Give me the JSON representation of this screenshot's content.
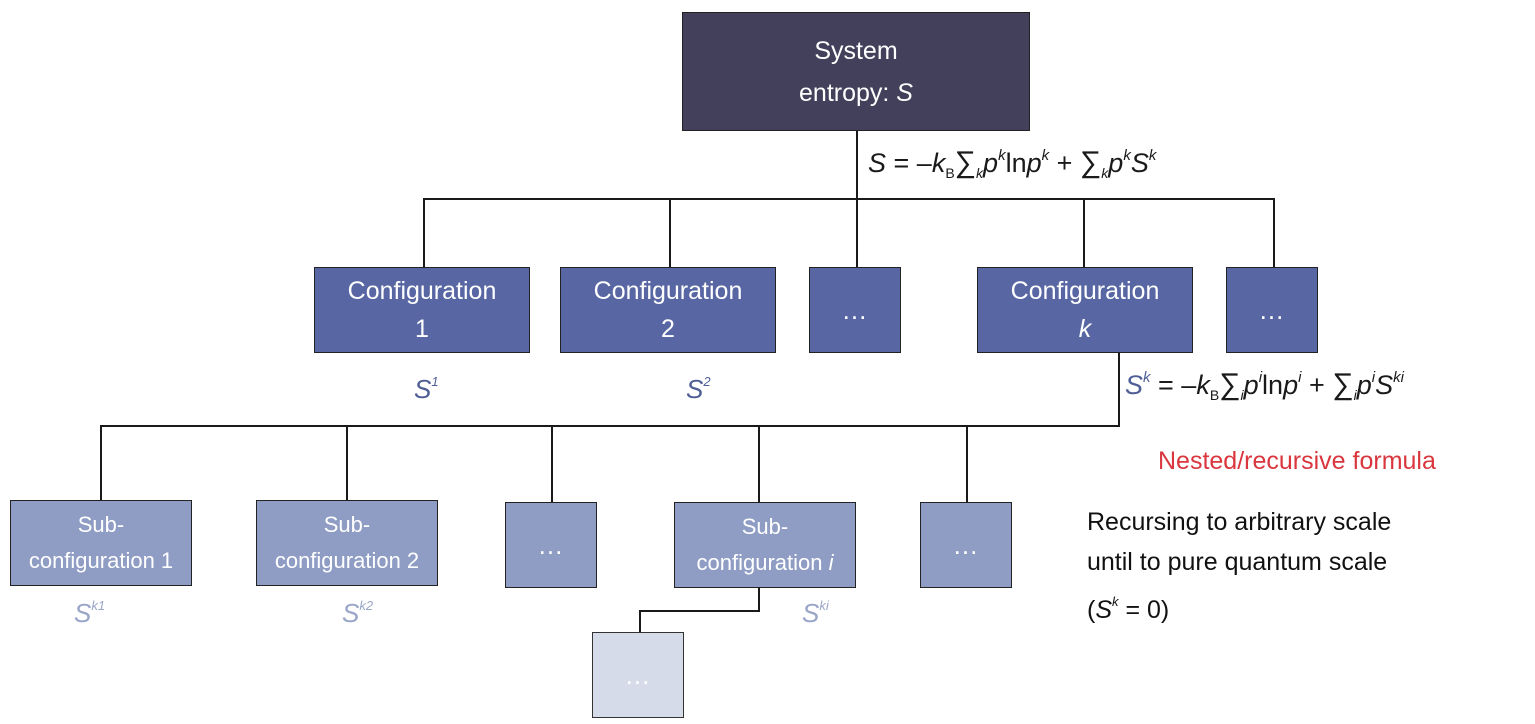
{
  "root": {
    "line1": "System",
    "line2_prefix": "entropy: ",
    "line2_var": "S"
  },
  "level1": [
    {
      "line1": "Configuration",
      "line2": "1"
    },
    {
      "line1": "Configuration",
      "line2": "2"
    },
    {
      "dots": "..."
    },
    {
      "line1": "Configuration",
      "line2": "k"
    },
    {
      "dots": "..."
    }
  ],
  "level1_labels": [
    {
      "base": "S",
      "sup": "1"
    },
    {
      "base": "S",
      "sup": "2"
    }
  ],
  "level2": [
    {
      "line1": "Sub-",
      "line2": "configuration 1"
    },
    {
      "line1": "Sub-",
      "line2": "configuration 2"
    },
    {
      "dots": "..."
    },
    {
      "line1": "Sub-",
      "line2_prefix": "configuration ",
      "line2_var": "i"
    },
    {
      "dots": "..."
    }
  ],
  "level2_labels": [
    {
      "base": "S",
      "sup": "k1"
    },
    {
      "base": "S",
      "sup": "k2"
    },
    {
      "base": "S",
      "sup": "ki"
    }
  ],
  "level3": {
    "dots": "..."
  },
  "formula_top": {
    "S": "S",
    "eq": " = –",
    "kB_k": "k",
    "kB_sub": "B",
    "sigma": "∑",
    "idx": "k",
    "p": "p",
    "p_sup": "k",
    "ln": "ln",
    "p2": "p",
    "p2_sup": "k",
    "plus": " + ",
    "sigma2": "∑",
    "idx2": "k",
    "p3": "p",
    "p3_sup": "k",
    "S2": "S",
    "S2_sup": "k"
  },
  "formula_mid": {
    "S": "S",
    "S_sup": "k",
    "eq": " = –",
    "kB_k": "k",
    "kB_sub": "B",
    "sigma": "∑",
    "idx": "i",
    "p": "p",
    "p_sup": "i",
    "ln": "ln",
    "p2": "p",
    "p2_sup": "i",
    "plus": " + ",
    "sigma2": "∑",
    "idx2": "i",
    "p3": "p",
    "p3_sup": "i",
    "S2": "S",
    "S2_sup": "ki"
  },
  "notes": {
    "red": "Nested/recursive formula",
    "line1": "Recursing to arbitrary scale",
    "line2": "until to pure quantum scale",
    "line3_open": "(",
    "line3_S": "S",
    "line3_sup": "k",
    "line3_rest": " = 0)"
  },
  "colors": {
    "root_box": "#43405c",
    "level1_box": "#5867a3",
    "level2_box": "#8f9dc4",
    "level3_box": "#d6dbea",
    "note_red": "#d9363e"
  }
}
